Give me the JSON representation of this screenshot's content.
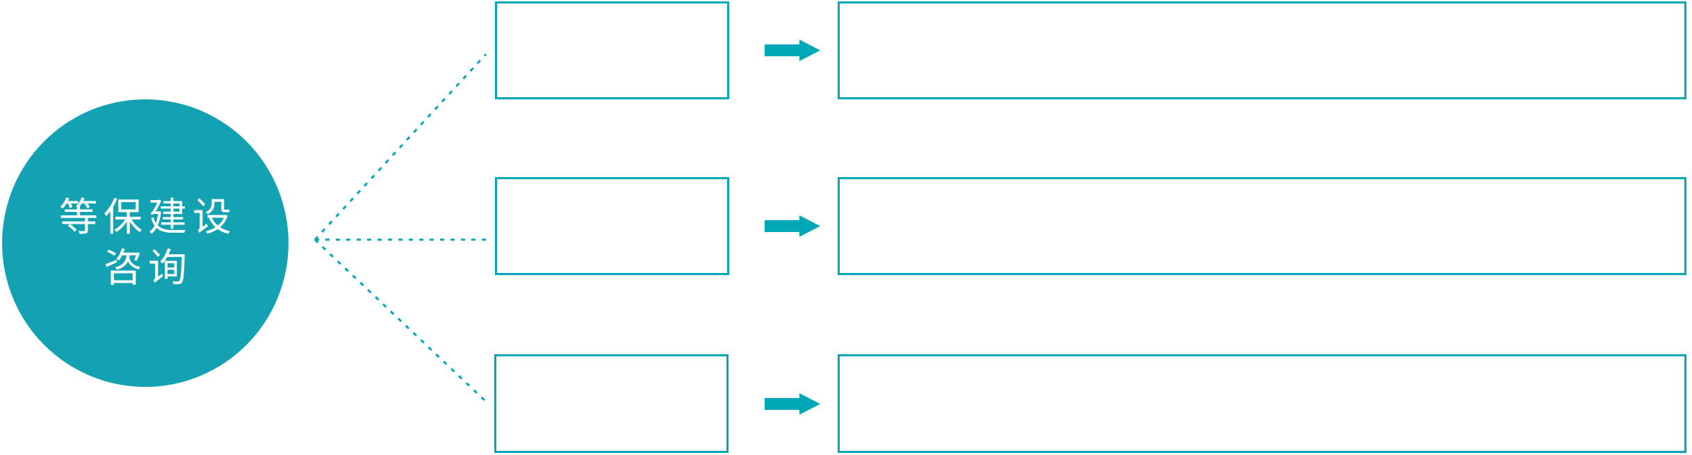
{
  "diagram": {
    "type": "radial-branch-flow",
    "root": {
      "label_line1": "等保建设",
      "label_line2": "咨询"
    },
    "rows": [
      {
        "small_box_label": "",
        "big_box_label": ""
      },
      {
        "small_box_label": "",
        "big_box_label": ""
      },
      {
        "small_box_label": "",
        "big_box_label": ""
      }
    ],
    "icons": {
      "connector": "dotted-line-connector",
      "arrow": "right-arrow-icon"
    },
    "colors": {
      "accent": "#00a7b6",
      "circle_fill": "#13a2b1",
      "text_on_accent": "#ffffff",
      "background": "#ffffff"
    }
  }
}
